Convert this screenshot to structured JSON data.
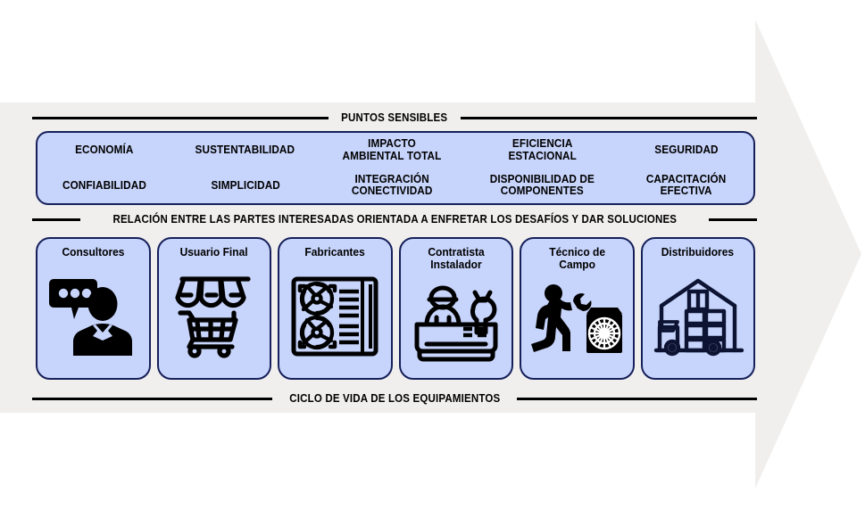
{
  "colors": {
    "arrow_gray": "#f0efee",
    "panel_fill": "#c7d4fb",
    "panel_border": "#16205a",
    "rule_black": "#000000",
    "icon_black": "#000000",
    "page_background": "#ffffff"
  },
  "sections": {
    "top_rule_label": "PUNTOS SENSIBLES",
    "middle_rule_label": "RELACIÓN ENTRE LAS PARTES INTERESADAS ORIENTADA A ENFRETAR LOS DESAFÍOS Y DAR SOLUCIONES",
    "bottom_rule_label": "CICLO DE VIDA DE LOS EQUIPAMIENTOS"
  },
  "sensitive_points": {
    "row1": [
      "ECONOMÍA",
      "SUSTENTABILIDAD",
      "IMPACTO\nAMBIENTAL TOTAL",
      "EFICIENCIA\nESTACIONAL",
      "SEGURIDAD"
    ],
    "row2": [
      "CONFIABILIDAD",
      "SIMPLICIDAD",
      "INTEGRACIÓN\nCONECTIVIDAD",
      "DISPONIBILIDAD DE\nCOMPONENTES",
      "CAPACITACIÓN\nEFECTIVA"
    ]
  },
  "stakeholders": [
    {
      "label": "Consultores",
      "icon": "consultant-person-speech-bubble-icon"
    },
    {
      "label": "Usuario Final",
      "icon": "storefront-shopping-cart-icon"
    },
    {
      "label": "Fabricantes",
      "icon": "condenser-unit-two-fans-icon"
    },
    {
      "label": "Contratista\nInstalador",
      "icon": "installer-hardhat-wrench-equipment-icon"
    },
    {
      "label": "Técnico de\nCampo",
      "icon": "field-technician-wrench-fan-unit-icon"
    },
    {
      "label": "Distribuidores",
      "icon": "warehouse-delivery-truck-icon"
    }
  ]
}
